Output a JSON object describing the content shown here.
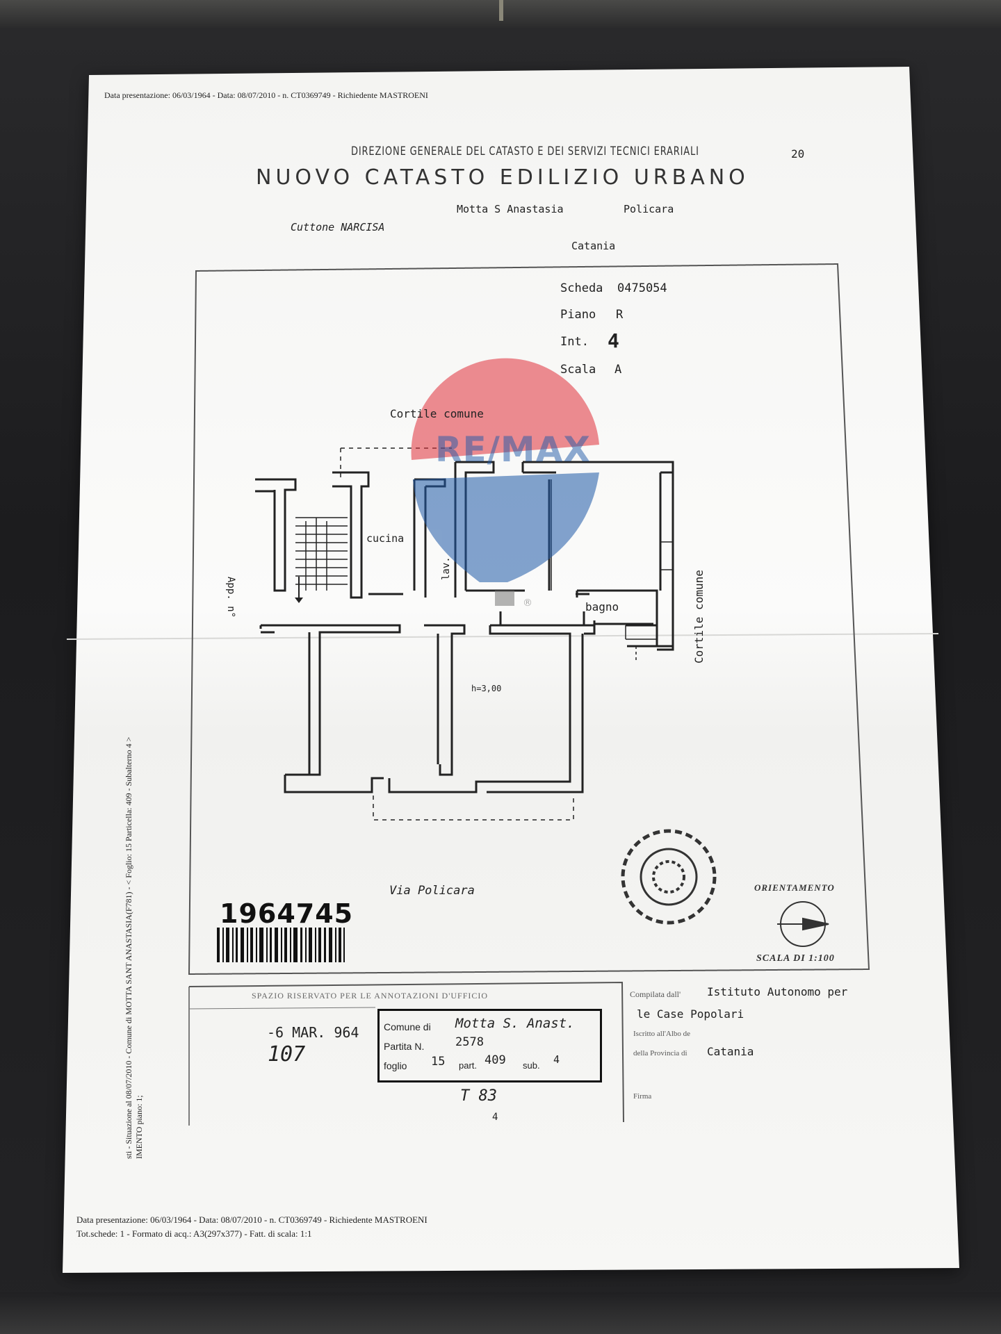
{
  "header": {
    "presentation_line": "Data presentazione: 06/03/1964 - Data: 08/07/2010 - n. CT0369749 - Richiedente MASTROENI",
    "ministry_line": "DIREZIONE GENERALE DEL CATASTO E DEI SERVIZI TECNICI ERARIALI",
    "title": "NUOVO CATASTO EDILIZIO URBANO",
    "mod_number": "20",
    "comune": "Motta S Anastasia",
    "via": "Policara",
    "owner": "Cuttone NARCISA",
    "provincia": "Catania"
  },
  "scheda": {
    "scheda_label": "Scheda",
    "scheda_value": "0475054",
    "piano_label": "Piano",
    "piano_value": "R",
    "int_label": "Int.",
    "int_value": "4",
    "scala_label": "Scala",
    "scala_value": "A"
  },
  "plan_labels": {
    "cortile_top": "Cortile comune",
    "cucina": "cucina",
    "lav": "lav.",
    "bagno": "bagno",
    "app": "App. n°",
    "cortile_right": "Cortile comune",
    "height": "h=3,00",
    "street": "Via Policara"
  },
  "watermark": {
    "brand": "RE/MAX",
    "registered": "®",
    "colors": {
      "red": "#e0303a",
      "blue": "#1f5aa8"
    }
  },
  "barcode": {
    "number": "1964745"
  },
  "orientation": {
    "label": "ORIENTAMENTO",
    "scale": "SCALA DI 1:100"
  },
  "side_text": {
    "vertical_line1": "sti - Situazione al 08/07/2010 - Comune di MOTTA SANT ANASTASIA(F781) - < Foglio: 15 Particella: 409 - Subalterno 4 >",
    "vertical_line2": "IMENTO piano: 1;"
  },
  "office_box": {
    "reserved_title": "SPAZIO RISERVATO PER LE ANNOTAZIONI D'UFFICIO",
    "date_stamp": "-6 MAR. 964",
    "number_hand": "107",
    "comune_label": "Comune di",
    "comune_value": "Motta S. Anast.",
    "partita_label": "Partita N.",
    "partita_value": "2578",
    "foglio_label": "foglio",
    "foglio_value": "15",
    "part_label": "part.",
    "part_value": "409",
    "sub_label": "sub.",
    "sub_value": "4",
    "t_value": "T 83",
    "t_sub": "4"
  },
  "compiler": {
    "line1_print": "Compilata dall'",
    "line1_hand": "Istituto Autonomo per",
    "line2_hand": "le Case Popolari",
    "line3": "Iscritto all'Albo de",
    "line4_print": "della Provincia di",
    "line4_hand": "Catania",
    "line5": "Firma"
  },
  "footer": {
    "line1": "Data presentazione: 06/03/1964 - Data: 08/07/2010 - n. CT0369749 - Richiedente MASTROENI",
    "line2": "Tot.schede: 1 - Formato di acq.: A3(297x377) - Fatt. di scala: 1:1"
  }
}
